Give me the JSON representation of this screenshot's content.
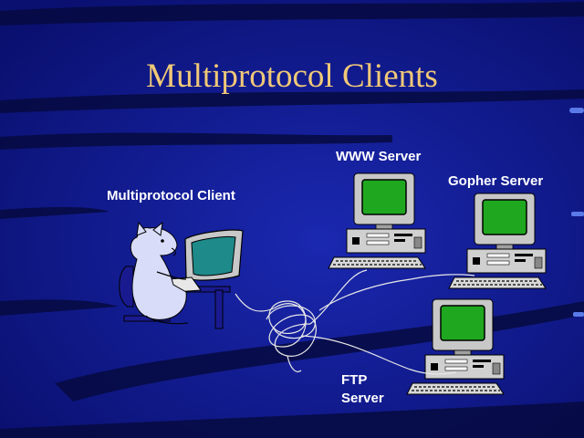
{
  "title": "Multiprotocol Clients",
  "labels": {
    "client": "Multiprotocol Client",
    "www_server": "WWW Server",
    "gopher_server": "Gopher Server",
    "ftp_server_line1": "FTP",
    "ftp_server_line2": "Server"
  },
  "colors": {
    "background": "#0c1480",
    "title": "#f0c878",
    "label": "#ffffff",
    "screen": "#1fa81f"
  }
}
